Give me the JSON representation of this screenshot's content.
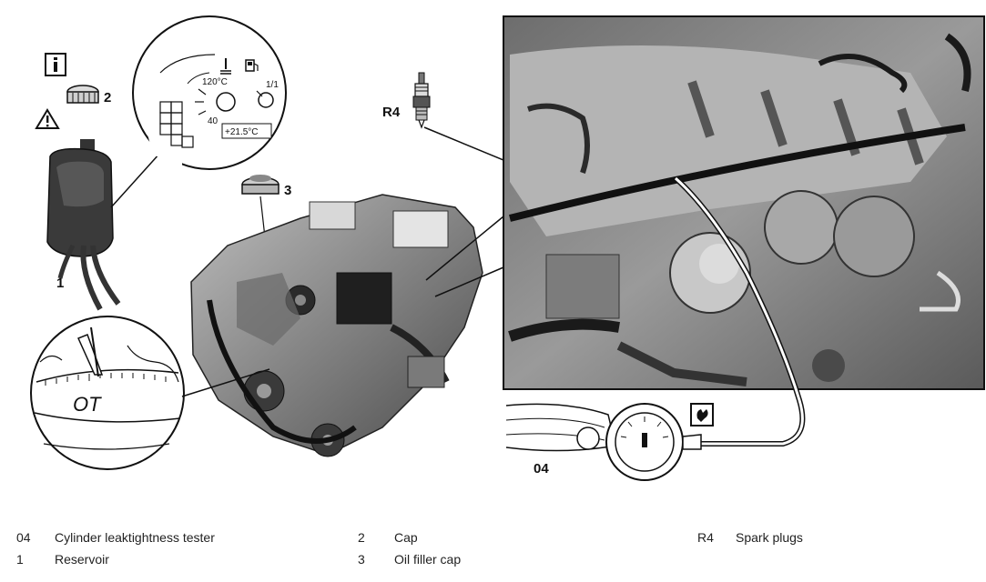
{
  "callouts": {
    "c1": "1",
    "c2": "2",
    "c3": "3",
    "r4": "R4",
    "c04": "04"
  },
  "gauge": {
    "t120": "120°C",
    "t40": "40",
    "outside": "+21.5°C",
    "fuel_fraction": "1/1"
  },
  "flywheel": {
    "mark": "OT"
  },
  "icons": {
    "info": "info-icon",
    "warning": "warning-icon",
    "tool": "special-tool-icon"
  },
  "legend": [
    {
      "code": "04",
      "desc": "Cylinder leaktightness tester"
    },
    {
      "code": "1",
      "desc": "Reservoir"
    },
    {
      "code": "2",
      "desc": "Cap"
    },
    {
      "code": "3",
      "desc": "Oil filler cap"
    },
    {
      "code": "R4",
      "desc": "Spark plugs"
    }
  ]
}
